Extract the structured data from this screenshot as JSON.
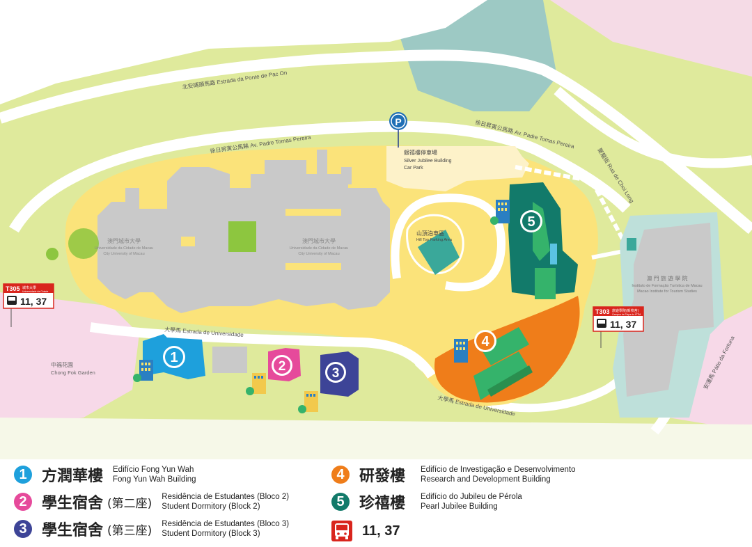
{
  "roads": {
    "pac_on": "北安碼頭馬路  Estrada da Ponte de Pac On",
    "tomas_pereira_1": "徐日昇寅公馬路  Av. Padre Tomas Pereira",
    "tomas_pereira_2": "徐日昇寅公馬路  Av. Padre Tomas Pereira",
    "choi_long": "聚龍街  Rua de Choi Long",
    "universidade_1": "大學馬  Estrada de Universidade",
    "universidade_2": "大學馬  Estrada de Universidade",
    "fortuna": "安運馬  Pátio da Fortuna"
  },
  "places": {
    "city_u_west_cn": "澳門城市大學",
    "city_u_west_pt": "Universidade da Cidade de Macau",
    "city_u_west_en": "City University of Macau",
    "city_u_east_cn": "澳門城市大學",
    "city_u_east_pt": "Universidade da Cidade de Macau",
    "city_u_east_en": "City University of Macau",
    "silver_cn": "銀禧樓停車場",
    "silver_en_1": "Silver Jubilee Building",
    "silver_en_2": "Car Park",
    "hilltop_cn": "山頂泊車區",
    "hilltop_en": "Hill Top Parking Area",
    "ift_cn": "澳 門 旅 遊 學 院",
    "ift_pt": "Instituto de Formação Turística de Macau",
    "ift_en": "Macao Institute for Tourism Studies",
    "chong_fok_cn": "中福花園",
    "chong_fok_en": "Chong Fok Garden",
    "parking_symbol": "P"
  },
  "bus_stops": {
    "t305": {
      "code": "T305",
      "name": "城市大學",
      "name_pt": "Universidade da Cidade",
      "routes": "11, 37"
    },
    "t303": {
      "code": "T303",
      "name": "旅遊學院(新校舍)",
      "name_pt": "Campus de Taipa do IFTM",
      "routes": "11, 37"
    }
  },
  "markers": {
    "m1": "1",
    "m2": "2",
    "m3": "3",
    "m4": "4",
    "m5": "5"
  },
  "legend": {
    "items": [
      {
        "num": "1",
        "cn": "方潤華樓",
        "cn_sub": "",
        "pt": "Edifício Fong Yun Wah",
        "en": "Fong Yun Wah Building",
        "color": "#1ea0dc"
      },
      {
        "num": "2",
        "cn": "學生宿舍",
        "cn_sub": "(第二座)",
        "pt": "Residência de Estudantes (Bloco 2)",
        "en": "Student Dormitory (Block 2)",
        "color": "#e64a9b"
      },
      {
        "num": "3",
        "cn": "學生宿舍",
        "cn_sub": "(第三座)",
        "pt": "Residência de Estudantes (Bloco 3)",
        "en": "Student Dormitory (Block 3)",
        "color": "#3d4497"
      },
      {
        "num": "4",
        "cn": "研發樓",
        "cn_sub": "",
        "pt": "Edifício de Investigação e Desenvolvimento",
        "en": "Research and Development Building",
        "color": "#ef7d1a"
      },
      {
        "num": "5",
        "cn": "珍禧樓",
        "cn_sub": "",
        "pt": "Edifício do Jubileu de Pérola",
        "en": "Pearl Jubilee Building",
        "color": "#127a6a"
      }
    ],
    "bus_routes": "11, 37"
  },
  "colors": {
    "campus": "#fbe37a",
    "building_gray": "#c9c9c9",
    "green_land": "#dfea9c",
    "pink_area": "#f7d9e8",
    "water_teal": "#9dc9c4",
    "road": "#ffffff",
    "bus_red": "#d9251d"
  },
  "icons": {
    "parking": "parking-icon",
    "bus": "bus-icon",
    "building": "building-icon"
  }
}
